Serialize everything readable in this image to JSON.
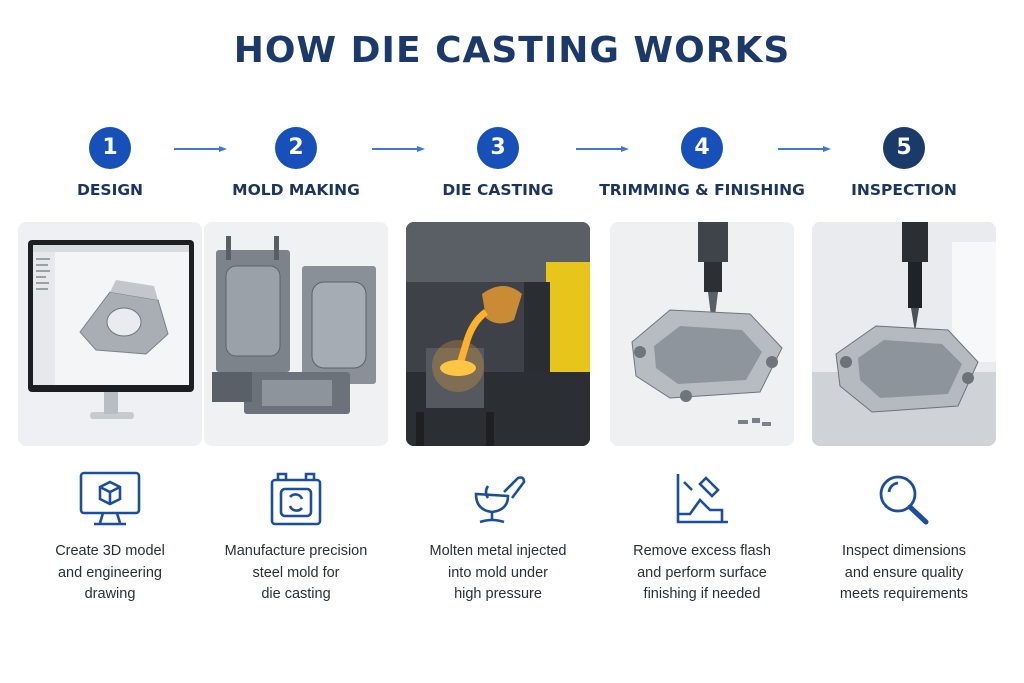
{
  "title": "HOW DIE CASTING WORKS",
  "steps": [
    {
      "number": "1",
      "title": "DESIGN",
      "photo": "computer-monitor-3d-model-photo",
      "icon": "monitor-cube-icon",
      "description": "Create 3D model\nand engineering\ndrawing"
    },
    {
      "number": "2",
      "title": "MOLD MAKING",
      "photo": "steel-mold-halves-photo",
      "icon": "mold-icon",
      "description": "Manufacture precision\nsteel mold for\ndie casting"
    },
    {
      "number": "3",
      "title": "DIE CASTING",
      "photo": "molten-metal-pouring-photo",
      "icon": "ladle-pour-icon",
      "description": "Molten metal injected\ninto mold under\nhigh pressure"
    },
    {
      "number": "4",
      "title": "TRIMMING & FINISHING",
      "photo": "machining-cast-part-photo",
      "icon": "trimming-tool-icon",
      "description": "Remove excess flash\nand perform surface\nfinishing if needed"
    },
    {
      "number": "5",
      "title": "INSPECTION",
      "photo": "probe-inspection-photo",
      "icon": "magnifier-icon",
      "description": "Inspect dimensions\nand ensure quality\nmeets requirements"
    }
  ],
  "colors": {
    "title": "#1b3a6b",
    "badge": "#1650b8",
    "badge_last": "#1a3a6a",
    "arrow": "#3f78d8",
    "icon_stroke": "#1b4f9c"
  }
}
